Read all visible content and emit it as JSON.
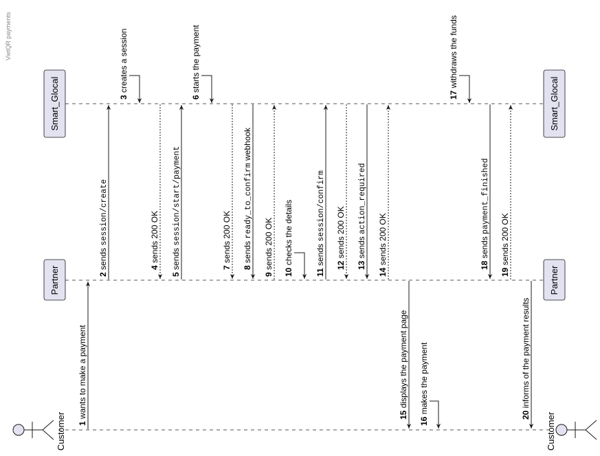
{
  "title": "VietQR payments",
  "participants": {
    "smart": "Smart_Glocal",
    "partner": "Partner",
    "customer": "Customer"
  },
  "messages": [
    {
      "num": "1",
      "label": "wants to make a payment",
      "code": ""
    },
    {
      "num": "2",
      "label": "sends ",
      "code": "session/create"
    },
    {
      "num": "3",
      "label": "creates a session",
      "code": ""
    },
    {
      "num": "4",
      "label": "sends 200 OK",
      "code": ""
    },
    {
      "num": "5",
      "label": "sends ",
      "code": "session/start/payment"
    },
    {
      "num": "6",
      "label": "starts the payment",
      "code": ""
    },
    {
      "num": "7",
      "label": "sends 200 OK",
      "code": ""
    },
    {
      "num": "8",
      "label": "sends ",
      "code": "ready_to_confirm",
      "suffix": " webhook"
    },
    {
      "num": "9",
      "label": "sends 200 OK",
      "code": ""
    },
    {
      "num": "10",
      "label": "checks the details",
      "code": ""
    },
    {
      "num": "11",
      "label": "sends ",
      "code": "session/confirm"
    },
    {
      "num": "12",
      "label": "sends 200 OK",
      "code": ""
    },
    {
      "num": "13",
      "label": "sends ",
      "code": "action_required"
    },
    {
      "num": "14",
      "label": "sends 200 OK",
      "code": ""
    },
    {
      "num": "15",
      "label": "displays the payment page",
      "code": ""
    },
    {
      "num": "16",
      "label": "makes the payment",
      "code": ""
    },
    {
      "num": "17",
      "label": "withdraws the funds",
      "code": ""
    },
    {
      "num": "18",
      "label": "sends ",
      "code": "payment_finished"
    },
    {
      "num": "19",
      "label": "sends 200 OK",
      "code": ""
    },
    {
      "num": "20",
      "label": "informs of the payment results",
      "code": ""
    }
  ],
  "colors": {
    "participant_fill": "#E2E2F0",
    "participant_stroke": "#181818",
    "line": "#181818",
    "lifeline": "#555555"
  }
}
